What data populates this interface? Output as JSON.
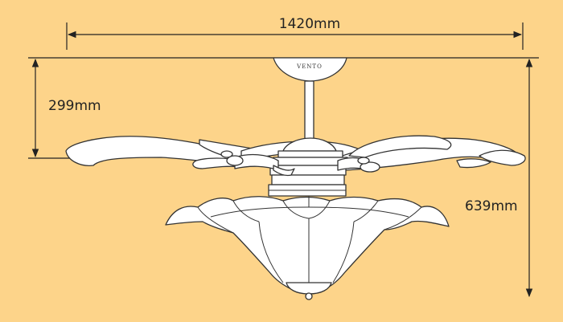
{
  "diagram": {
    "background_color": "#fdd48a",
    "line_color": "#222222",
    "width_label": "1420mm",
    "blade_height_label": "299mm",
    "total_height_label": "639mm",
    "brand_label": "VENTO"
  }
}
